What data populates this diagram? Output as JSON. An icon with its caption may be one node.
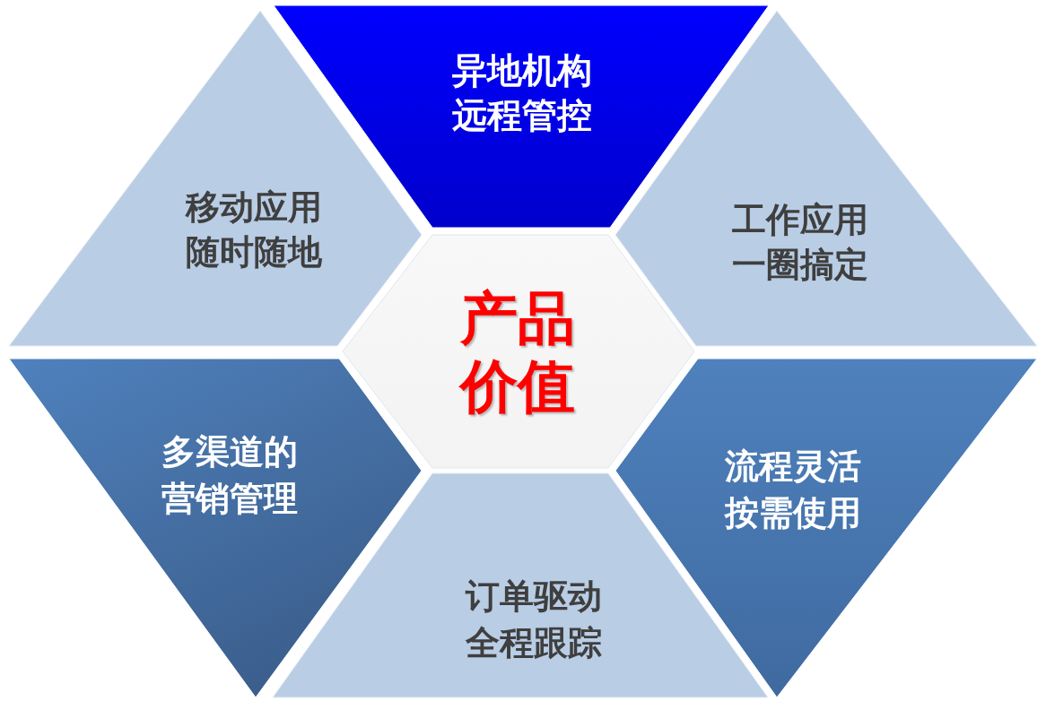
{
  "diagram": {
    "nodes": [
      {
        "text": [
          "异地机构远程管控"
        ]
      },
      {
        "text": [
          "移动应用随时随地"
        ]
      },
      {
        "text": [
          "工作应用一圈搞定"
        ]
      },
      {
        "text": [
          "产品价值"
        ]
      },
      {
        "text": [
          "多渠道的营销管理"
        ]
      },
      {
        "text": [
          "流程灵活按需使用"
        ]
      },
      {
        "text": [
          "订单驱动全程跟踪"
        ]
      }
    ]
  }
}
